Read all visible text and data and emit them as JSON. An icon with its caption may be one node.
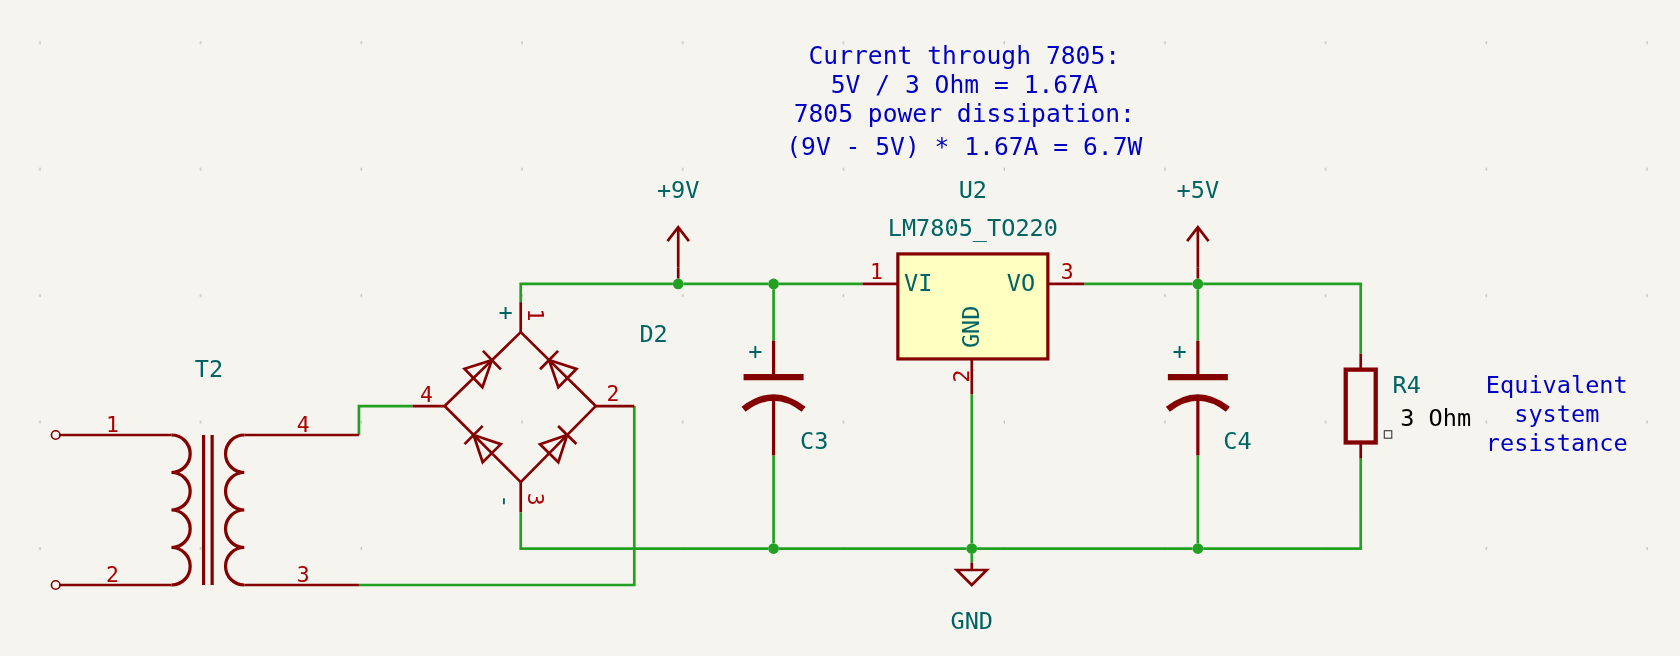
{
  "diagram": {
    "nodes": [
      {
        "text": [
          "T2",
          "1",
          "2",
          "4",
          "3"
        ]
      },
      {
        "text": [
          "+",
          "1",
          "4",
          "2",
          "-",
          "3"
        ],
        "beside": [
          "D2"
        ]
      },
      {
        "text": [
          "+9V"
        ]
      },
      {
        "text": [],
        "shape": "circle"
      },
      {
        "text": [],
        "shape": "circle"
      },
      {
        "text": [
          "+",
          "C3"
        ]
      },
      {
        "text": [
          "U2",
          "LM7805_TO220",
          "1",
          "VI",
          "VO",
          "3",
          "GND",
          "2"
        ]
      },
      {
        "text": [
          "+5V"
        ]
      },
      {
        "text": [],
        "shape": "circle"
      },
      {
        "text": [
          "+",
          "C4"
        ]
      },
      {
        "text": [
          "R4",
          "3 Ohm"
        ],
        "beside": [
          "Equivalent system resistance"
        ]
      },
      {
        "text": [],
        "shape": "circle"
      },
      {
        "text": [],
        "shape": "circle"
      },
      {
        "text": [],
        "shape": "circle"
      },
      {
        "text": [
          "GND"
        ]
      }
    ],
    "edges": [
      {
        "from": 0,
        "to": 1,
        "arrow": "none"
      },
      {
        "from": 0,
        "to": 1,
        "arrow": "none"
      },
      {
        "from": 1,
        "to": 3,
        "arrow": "none"
      },
      {
        "from": 2,
        "to": 3,
        "arrow": "none",
        "color": "#840000"
      },
      {
        "from": 3,
        "to": 4,
        "arrow": "none"
      },
      {
        "from": 4,
        "to": 6,
        "arrow": "none"
      },
      {
        "from": 4,
        "to": 5,
        "arrow": "none"
      },
      {
        "from": 6,
        "to": 8,
        "arrow": "none"
      },
      {
        "from": 7,
        "to": 8,
        "arrow": "none",
        "color": "#840000"
      },
      {
        "from": 8,
        "to": 10,
        "arrow": "none"
      },
      {
        "from": 8,
        "to": 9,
        "arrow": "none"
      },
      {
        "from": 5,
        "to": 11,
        "arrow": "none"
      },
      {
        "from": 1,
        "to": 11,
        "arrow": "none"
      },
      {
        "from": 11,
        "to": 12,
        "arrow": "none"
      },
      {
        "from": 6,
        "to": 12,
        "arrow": "none"
      },
      {
        "from": 12,
        "to": 13,
        "arrow": "none"
      },
      {
        "from": 12,
        "to": 14,
        "arrow": "none"
      },
      {
        "from": 9,
        "to": 13,
        "arrow": "none"
      },
      {
        "from": 13,
        "to": 10,
        "arrow": "none"
      }
    ],
    "labels": [
      "Current through 7805:",
      "5V / 3 Ohm = 1.67A",
      "7805 power dissipation:",
      "(9V - 5V) * 1.67A = 6.7W"
    ]
  }
}
